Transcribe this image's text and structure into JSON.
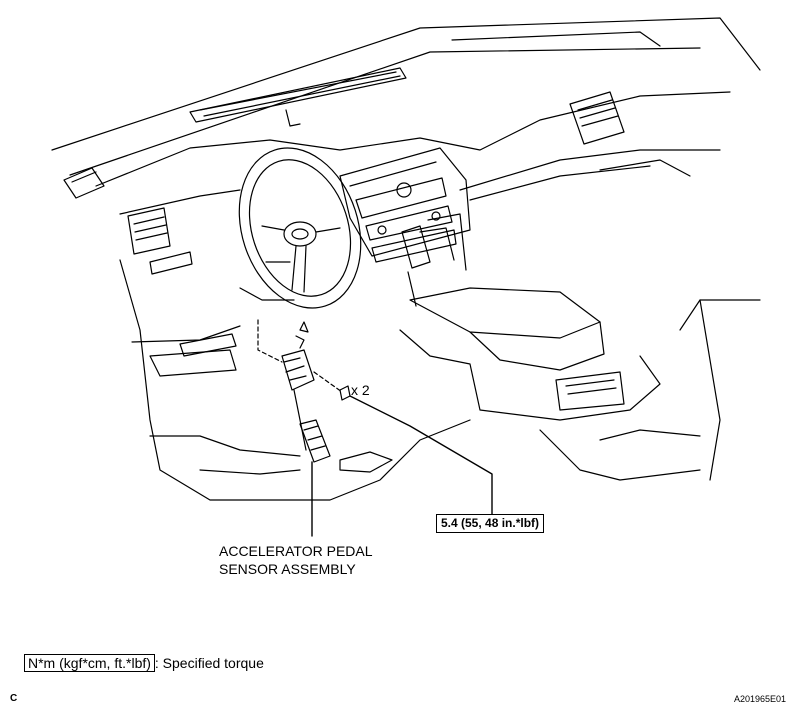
{
  "diagram": {
    "part_label_line1": "ACCELERATOR PEDAL",
    "part_label_line2": "SENSOR ASSEMBLY",
    "quantity": "x 2",
    "torque_value": "5.4 (55, 48 in.*lbf)",
    "legend_unit": "N*m (kgf*cm, ft.*lbf)",
    "legend_text": ": Specified torque",
    "corner_left": "C",
    "corner_right": "A201965E01"
  }
}
